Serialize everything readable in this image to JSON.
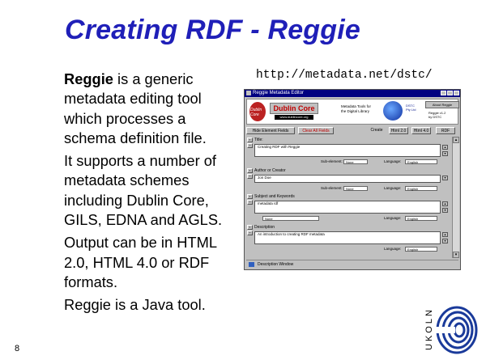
{
  "slide": {
    "title": "Creating RDF - Reggie",
    "url": "http://metadata.net/dstc/",
    "page_number": "8",
    "body": {
      "p1_bold": "Reggie",
      "p1_rest": " is a generic metadata editing tool which processes a schema definition file.",
      "p2": "It supports a number of metadata schemes including Dublin Core, GILS, EDNA and AGLS.",
      "p3": "Output can be in HTML 2.0, HTML 4.0 or RDF formats.",
      "p4": "Reggie is a Java tool."
    },
    "logo": {
      "letters": "UKOLN"
    }
  },
  "screenshot": {
    "window_title": "Reggie Metadata Editor",
    "header": {
      "logo_text": "Dublin Core",
      "product": "Dublin Core",
      "sub": "www.dublincore.org",
      "info": [
        "Metadata Tools for",
        "the Digital Library"
      ],
      "org": [
        "DSTC",
        "Pty Ltd"
      ],
      "box_label": "About Reggie",
      "version": [
        "Reggie v1.2",
        "by DSTC"
      ]
    },
    "toolbar": {
      "btn1": "Hide Element Fields",
      "btn2": "Clear All Fields",
      "btn3": "Create",
      "btn4": "Html 2.0",
      "btn5": "Html 4.0",
      "btn6": "RDF"
    },
    "fields": [
      {
        "label": "Title:",
        "value": "Creating RDF with Reggie",
        "scheme": "None",
        "lang": "English"
      },
      {
        "label": "Author or Creator",
        "value": "Jon Doe",
        "scheme": "None",
        "lang": "English"
      },
      {
        "label": "Subject and Keywords",
        "value": "metadata rdf",
        "scheme": "None",
        "lang": "English"
      },
      {
        "label": "Description",
        "value": "An introduction to creating RDF metadata",
        "scheme": "",
        "lang": "English"
      }
    ],
    "tools_label_scheme": "Sub-element:",
    "tools_label_lang": "Language:",
    "status": "Description Window"
  },
  "colors": {
    "title": "#1f1fb8",
    "dc_red": "#c00000",
    "titlebar": "#000080"
  }
}
